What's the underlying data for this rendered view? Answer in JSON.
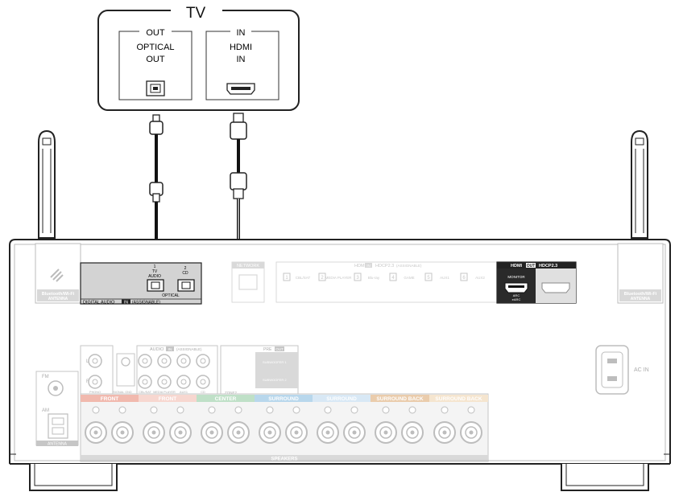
{
  "tv": {
    "title": "TV",
    "out_group": "OUT",
    "in_group": "IN",
    "optical_line1": "OPTICAL",
    "optical_line2": "OUT",
    "hdmi_line1": "HDMI",
    "hdmi_line2": "IN"
  },
  "receiver": {
    "bt_antenna_left": "Bluetooth/Wi-Fi",
    "bt_antenna_left2": "ANTENNA",
    "bt_antenna_right": "Bluetooth/Wi-Fi",
    "bt_antenna_right2": "ANTENNA",
    "digital_audio": {
      "port1_num": "1",
      "port1_l1": "TV",
      "port1_l2": "AUDIO",
      "port2_num": "2",
      "port2_l1": "CD",
      "optical": "OPTICAL",
      "footer": "DIGITAL AUDIO",
      "footer_in": "IN",
      "footer_assign": "(ASSIGNABLE)"
    },
    "network": "NETWORK",
    "hdmi_in_header": "HDMI",
    "hdmi_in_tag": "IN",
    "hdmi_in_hdcp": "HDCP2.3",
    "hdmi_in_assign": "(ASSIGNABLE)",
    "hdmi_inputs": [
      "1",
      "CBL/SAT",
      "2",
      "MEDIA PLAYER",
      "3",
      "Blu-ray",
      "4",
      "GAME",
      "5",
      "AUX1",
      "6",
      "AUX2"
    ],
    "hdmi_out_header": "HDMI",
    "hdmi_out_tag": "OUT",
    "hdmi_out_hdcp": "HDCP2.3",
    "hdmi_out_monitor": "MONITOR",
    "hdmi_out_arc1": "ARC",
    "hdmi_out_arc2": "eARC",
    "ac_in": "AC IN",
    "fm": "FM",
    "am": "AM",
    "antenna": "ANTENNA",
    "audio_in_header": "AUDIO",
    "audio_in_tag": "IN",
    "audio_in_assign": "(ASSIGNABLE)",
    "audio_l": "L",
    "audio_r": "R",
    "audio_labels": [
      "PHONO",
      "SIGNAL GND",
      "CBL/SAT",
      "MEDIA PLAYER",
      "AUX1",
      "CD"
    ],
    "pre_out": "PRE",
    "pre_out_tag": "OUT",
    "subwoofer1": "SUBWOOFER 1",
    "subwoofer2": "SUBWOOFER 2",
    "zone2": "ZONE2",
    "speakers": "SPEAKERS",
    "front_r": "FRONT",
    "front_l": "FRONT",
    "center": "CENTER",
    "surround_r": "SURROUND",
    "surround_l": "SURROUND",
    "surround_back_r": "SURROUND BACK",
    "surround_back_l": "SURROUND BACK"
  },
  "colors": {
    "front": "#e7806d",
    "front_l": "#f2b8aa",
    "center": "#8cc79b",
    "surround": "#7fb7de",
    "surround_l": "#b9d6ee",
    "surround_back": "#d9a46a",
    "surround_back_l": "#eed0a8",
    "panel": "#e6e6e6",
    "dark": "#222222"
  }
}
